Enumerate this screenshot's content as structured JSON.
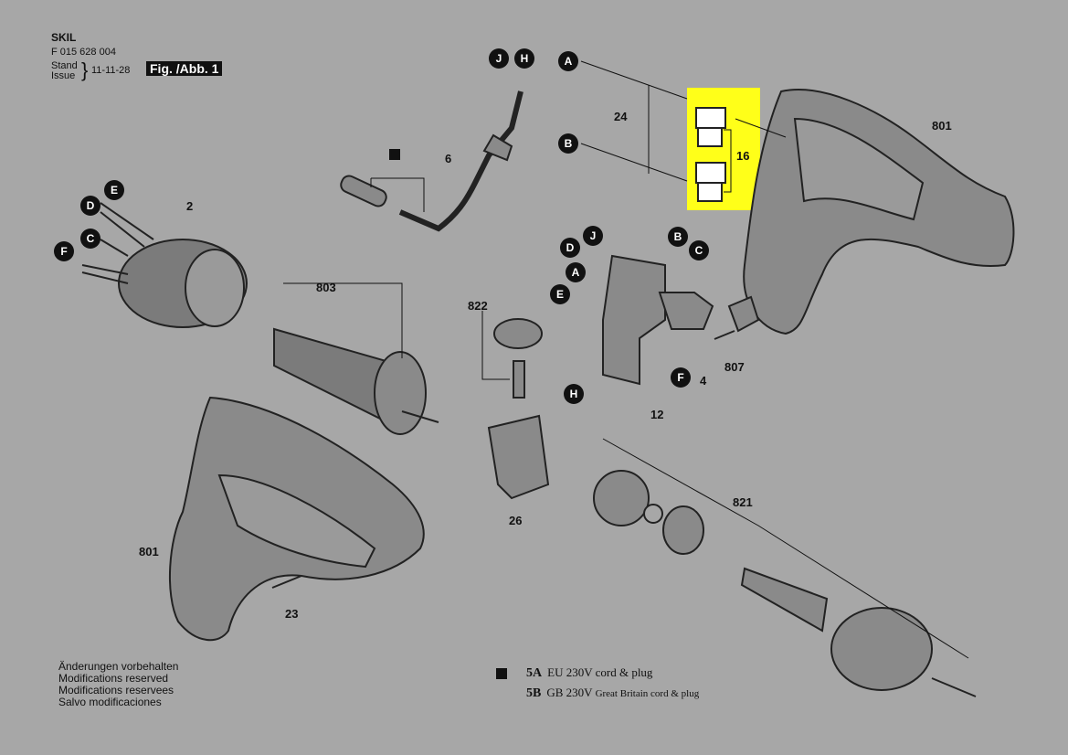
{
  "header": {
    "brand": "SKIL",
    "part_number": "F 015 628 004",
    "stand": "Stand",
    "issue": "Issue",
    "brace": "}",
    "date": "11-11-28",
    "figure": "Fig. /Abb. 1"
  },
  "callouts": {
    "A": "A",
    "B": "B",
    "C": "C",
    "D": "D",
    "E": "E",
    "F": "F",
    "H": "H",
    "J": "J"
  },
  "parts": {
    "p801": "801",
    "p24": "24",
    "p16": "16",
    "p6": "6",
    "p2": "2",
    "p803": "803",
    "p822": "822",
    "p807": "807",
    "p4": "4",
    "p12": "12",
    "p821": "821",
    "p26": "26",
    "p23": "23"
  },
  "notes": [
    "Änderungen vorbehalten",
    "Modifications reserved",
    "Modifications reservees",
    "Salvo modificaciones"
  ],
  "legend": [
    {
      "code": "5A",
      "text": "EU 230V cord & plug"
    },
    {
      "code": "5B",
      "text": "GB 230V",
      "detail": "Great Britain cord & plug"
    }
  ],
  "colors": {
    "background": "#a7a7a7",
    "highlight": "#ffff19",
    "ink": "#111111"
  }
}
